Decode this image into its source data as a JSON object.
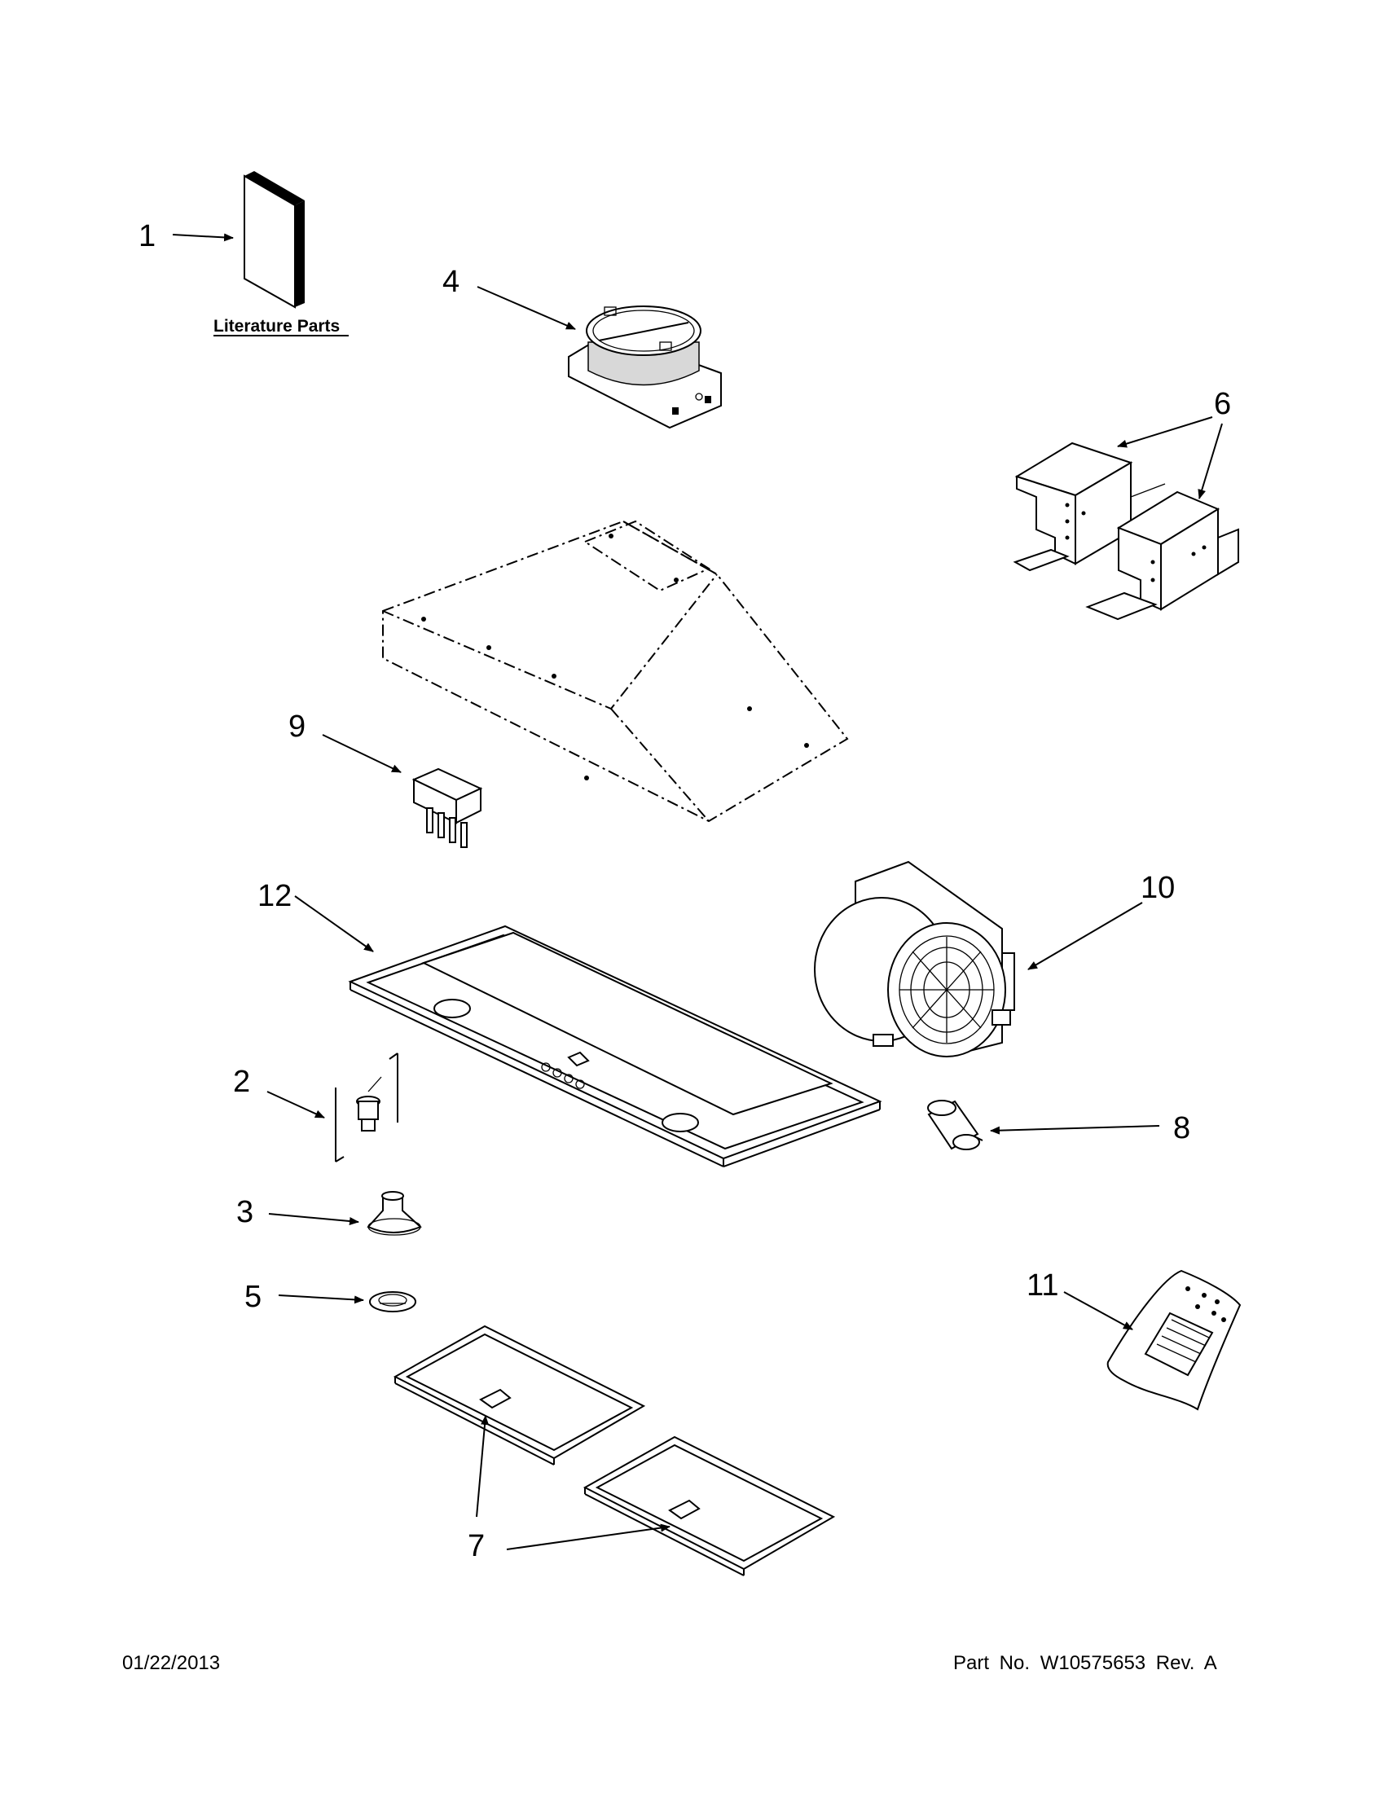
{
  "diagram": {
    "parts": [
      {
        "id": "part-1",
        "callout": "1",
        "label": "Literature Parts"
      },
      {
        "id": "part-2",
        "callout": "2"
      },
      {
        "id": "part-3",
        "callout": "3"
      },
      {
        "id": "part-4",
        "callout": "4"
      },
      {
        "id": "part-5",
        "callout": "5"
      },
      {
        "id": "part-6",
        "callout": "6"
      },
      {
        "id": "part-7",
        "callout": "7"
      },
      {
        "id": "part-8",
        "callout": "8"
      },
      {
        "id": "part-9",
        "callout": "9"
      },
      {
        "id": "part-10",
        "callout": "10"
      },
      {
        "id": "part-11",
        "callout": "11"
      },
      {
        "id": "part-12",
        "callout": "12"
      }
    ]
  },
  "footer": {
    "date": "01/22/2013",
    "part_number": "Part No. W10575653 Rev. A"
  }
}
